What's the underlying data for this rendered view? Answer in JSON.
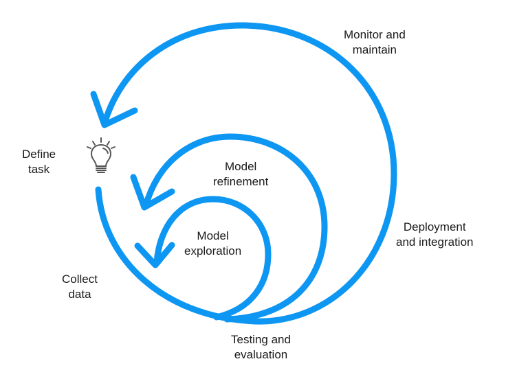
{
  "colors": {
    "arrow": "#0d96f2",
    "icon": "#555555",
    "text": "#1a1a1a"
  },
  "icon": "lightbulb-icon",
  "stages": {
    "define_task": [
      "Define",
      "task"
    ],
    "collect_data": [
      "Collect",
      "data"
    ],
    "model_exploration": [
      "Model",
      "exploration"
    ],
    "model_refinement": [
      "Model",
      "refinement"
    ],
    "testing_evaluation": [
      "Testing and",
      "evaluation"
    ],
    "deployment_integration": [
      "Deployment",
      "and integration"
    ],
    "monitor_maintain": [
      "Monitor and",
      "maintain"
    ]
  }
}
